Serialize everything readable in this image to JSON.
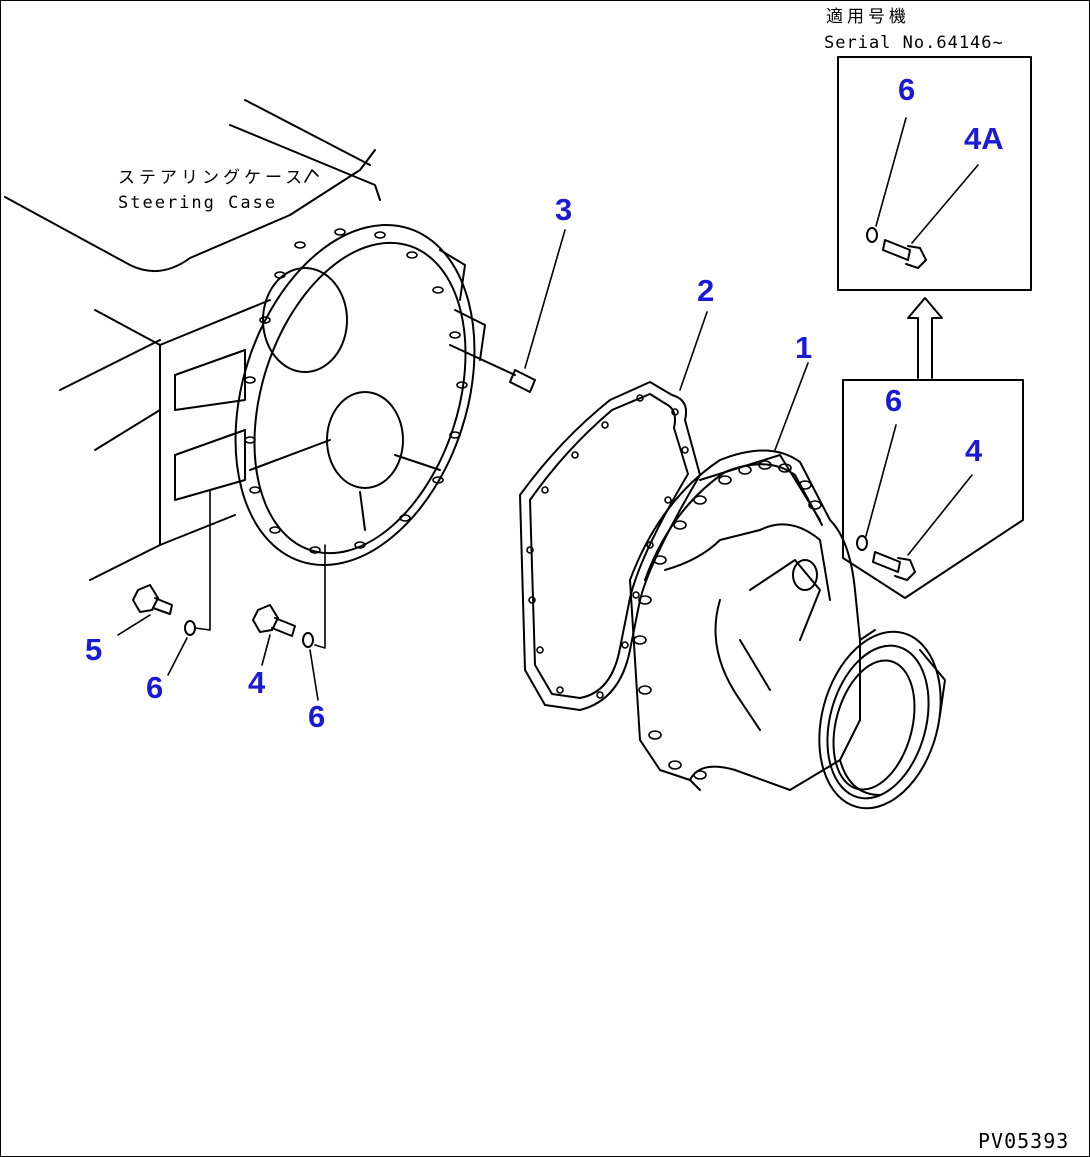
{
  "steering_case": {
    "japanese_label": "ステアリングケース",
    "english_label": "Steering Case"
  },
  "serial_note": {
    "title": "適用号機",
    "serial": "Serial No.64146~"
  },
  "callouts": {
    "c1": "1",
    "c2": "2",
    "c3": "3",
    "c4_main": "4",
    "c4_left": "4",
    "c4a": "4A",
    "c5": "5",
    "c6_left1": "6",
    "c6_left2": "6",
    "c6_box_lower": "6",
    "c6_box_upper": "6"
  },
  "drawing_code": "PV05393",
  "colors": {
    "callout": "#1a1ad6",
    "line": "#000000",
    "background": "#ffffff"
  }
}
